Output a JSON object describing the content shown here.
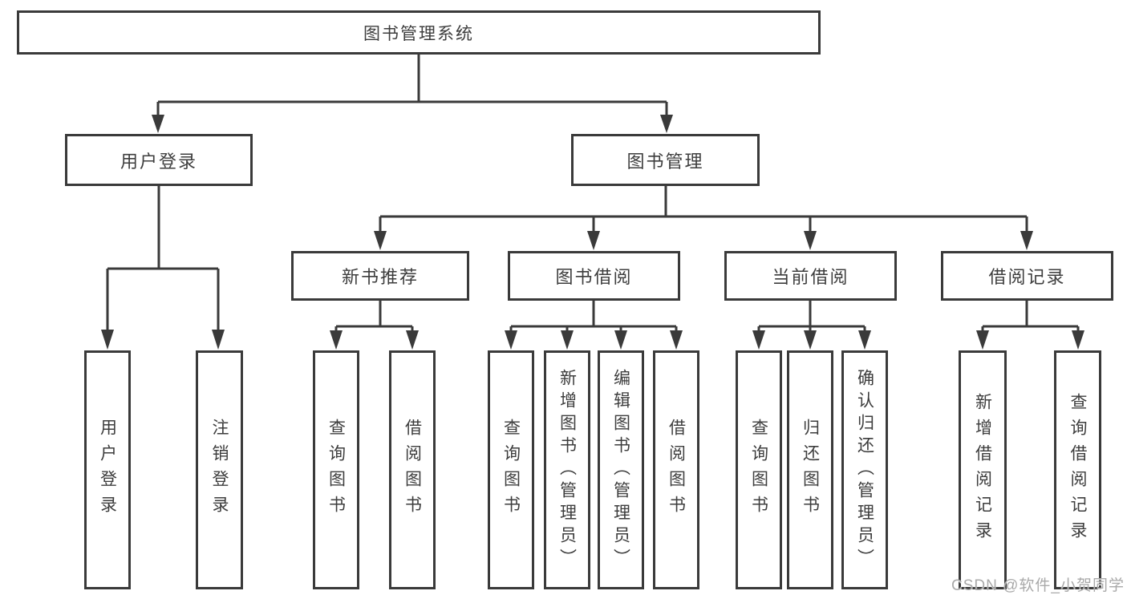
{
  "tree": {
    "label": "图书管理系统",
    "children": [
      {
        "label": "用户登录",
        "children": [
          {
            "label": "用户登录"
          },
          {
            "label": "注销登录"
          }
        ]
      },
      {
        "label": "图书管理",
        "children": [
          {
            "label": "新书推荐",
            "children": [
              {
                "label": "查询图书"
              },
              {
                "label": "借阅图书"
              }
            ]
          },
          {
            "label": "图书借阅",
            "children": [
              {
                "label": "查询图书"
              },
              {
                "label": "新增图书（管理员）"
              },
              {
                "label": "编辑图书（管理员）"
              },
              {
                "label": "借阅图书"
              }
            ]
          },
          {
            "label": "当前借阅",
            "children": [
              {
                "label": "查询图书"
              },
              {
                "label": "归还图书"
              },
              {
                "label": "确认归还（管理员）"
              }
            ]
          },
          {
            "label": "借阅记录",
            "children": [
              {
                "label": "新增借阅记录"
              },
              {
                "label": "查询借阅记录"
              }
            ]
          }
        ]
      }
    ]
  },
  "watermark": {
    "text": "CSDN @软件_小贺同学"
  },
  "colors": {
    "line": "#3a3a3a",
    "text": "#3d3d3d",
    "watermark": "#a9a9a9",
    "background": "#ffffff"
  }
}
